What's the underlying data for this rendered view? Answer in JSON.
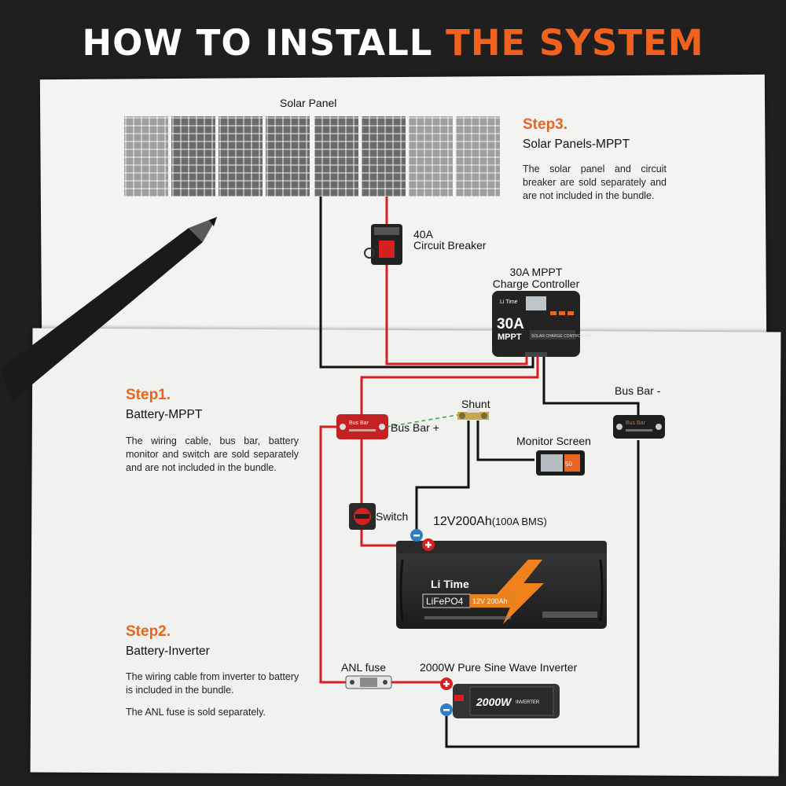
{
  "title": {
    "part1": "HOW TO INSTALL",
    "part2": "THE SYSTEM"
  },
  "colors": {
    "accent": "#f0621e",
    "positive_wire": "#d42020",
    "negative_wire": "#111111",
    "background": "#1f1f1f",
    "paper": "#f3f3f1"
  },
  "labels": {
    "solar_panel": "Solar Panel",
    "circuit_breaker_1": "40A",
    "circuit_breaker_2": "Circuit Breaker",
    "mppt_1": "30A MPPT",
    "mppt_2": "Charge Controller",
    "shunt": "Shunt",
    "bus_bar_pos": "Bus Bar +",
    "bus_bar_neg": "Bus Bar -",
    "monitor_screen": "Monitor Screen",
    "switch": "Switch",
    "battery_main": "12V200Ah",
    "battery_bms": "(100A BMS)",
    "anl_fuse": "ANL fuse",
    "inverter": "2000W Pure Sine Wave Inverter"
  },
  "device_text": {
    "brand": "Li Time",
    "mppt_amp": "30A",
    "mppt_word": "MPPT",
    "mppt_desc": "SOLAR CHARGE CONTROLLER",
    "bus_bar": "Bus Bar",
    "battery_chem": "LiFePO4",
    "battery_spec": "12V 200Ah",
    "inverter_power": "2000W",
    "inverter_desc": "INVERTER",
    "monitor_value": "50"
  },
  "steps": [
    {
      "heading": "Step3.",
      "subtitle": "Solar Panels-MPPT",
      "body": [
        "The solar panel and circuit breaker are sold separately and are not included in the bundle."
      ]
    },
    {
      "heading": "Step1.",
      "subtitle": "Battery-MPPT",
      "body": [
        "The wiring cable, bus bar, battery monitor and switch are sold separately and are not included in the bundle."
      ]
    },
    {
      "heading": "Step2.",
      "subtitle": "Battery-Inverter",
      "body": [
        "The wiring cable from inverter to battery is included in the bundle.",
        "The ANL fuse is sold separately."
      ]
    }
  ]
}
